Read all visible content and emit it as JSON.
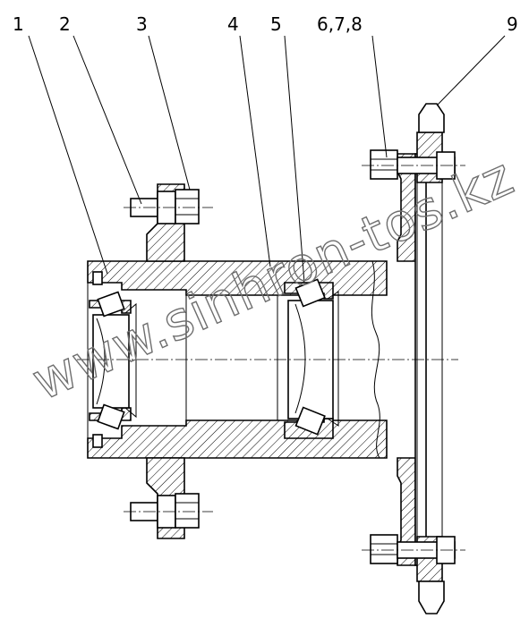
{
  "callouts": [
    {
      "id": "1",
      "label": "1"
    },
    {
      "id": "2",
      "label": "2"
    },
    {
      "id": "3",
      "label": "3"
    },
    {
      "id": "4",
      "label": "4"
    },
    {
      "id": "5",
      "label": "5"
    },
    {
      "id": "678",
      "label": "6,7,8"
    },
    {
      "id": "9",
      "label": "9"
    }
  ],
  "watermark": "www.sinhron-tos.kz"
}
